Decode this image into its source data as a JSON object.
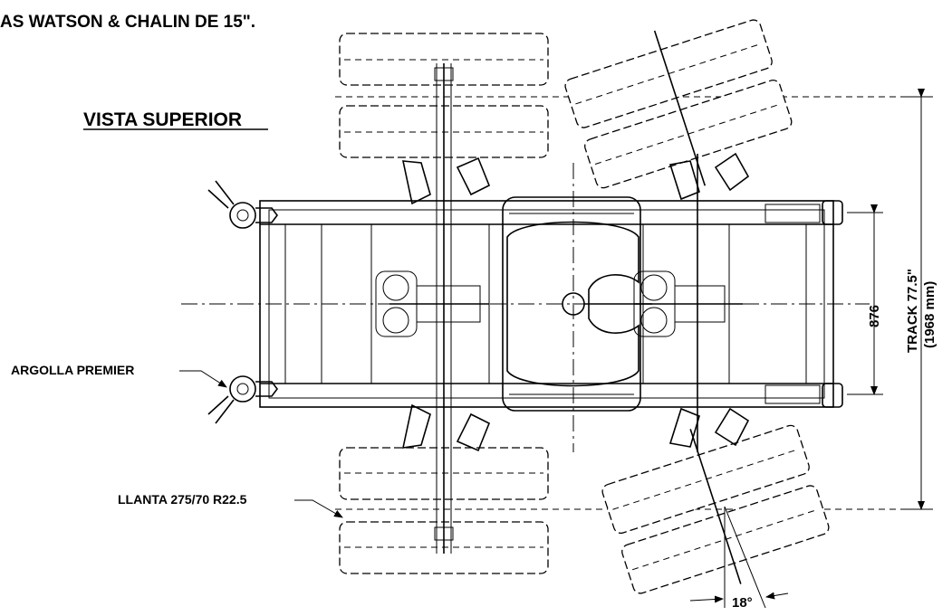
{
  "title": "AS  WATSON & CHALIN DE 15\".",
  "view_label": "VISTA SUPERIOR",
  "callouts": {
    "eye": "ARGOLLA PREMIER",
    "tire": "LLANTA 275/70 R22.5"
  },
  "dimensions": {
    "inner": "876",
    "track_line1": "TRACK 77.5\"",
    "track_line2": "(1968 mm)",
    "angle": "18°"
  }
}
